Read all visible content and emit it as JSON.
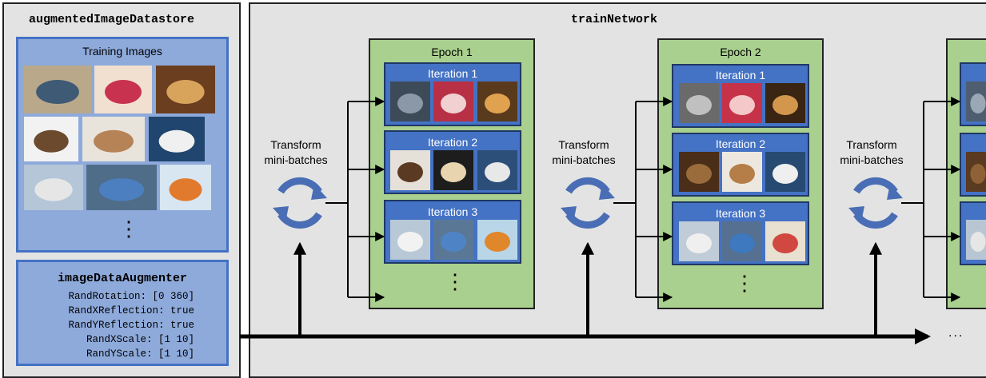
{
  "datastore": {
    "title": "augmentedImageDatastore",
    "training_images_label": "Training Images",
    "more_indicator": "⋮"
  },
  "augmenter": {
    "title": "imageDataAugmenter",
    "properties": [
      "RandRotation: [0 360]",
      "RandXReflection: true",
      "RandYReflection: true",
      "RandXScale: [1 10]",
      "RandYScale: [1 10]"
    ]
  },
  "train_network": {
    "title": "trainNetwork",
    "transform_label_1": "Transform",
    "transform_label_2": "mini-batches",
    "epochs": [
      {
        "label": "Epoch 1",
        "iterations": [
          "Iteration 1",
          "Iteration 2",
          "Iteration 3"
        ]
      },
      {
        "label": "Epoch 2",
        "iterations": [
          "Iteration 1",
          "Iteration 2",
          "Iteration 3"
        ]
      }
    ],
    "more_iterations": "⋮",
    "continuation": "..."
  },
  "colors": {
    "panel_bg": "#e3e3e3",
    "training_box": "#8eaadb",
    "training_border": "#4472c4",
    "epoch_fill": "#a9d08e",
    "iteration_fill": "#4472c4",
    "cycle_arrow": "#4a6eb5",
    "line": "#000000"
  },
  "icons": [
    "cycle-arrow-icon",
    "arrow-right-icon",
    "arrow-up-icon"
  ]
}
